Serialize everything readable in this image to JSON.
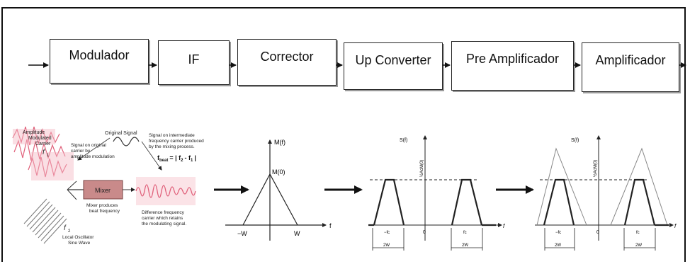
{
  "chain": [
    "Modulador",
    "IF",
    "Corrector",
    "Up Converter",
    "Pre Amplificador",
    "Amplificador"
  ],
  "mixer": {
    "amplitude_carrier": [
      "Amplitude",
      "Modulated",
      "Carrier"
    ],
    "f1": "f",
    "f1_sub": "1",
    "original_signal": "Original Signal",
    "signal_on_original": [
      "Signal on original",
      "carrier by",
      "amplitude modulation"
    ],
    "signal_on_if": [
      "Signal on intermediate",
      "frequency carrier produced",
      "by the mixing process."
    ],
    "fbeat": "f",
    "fbeat_sub": "beat",
    "fbeat_eq": "= | f",
    "fbeat_eq2": "-  f",
    "fbeat_end": "|",
    "sub2": "2",
    "sub1": "1",
    "mixer_label": "Mixer",
    "mixer_produces": [
      "Mixer produces",
      "beat frequency"
    ],
    "difference": [
      "Difference frequency",
      "carrier which retains",
      "the modulating signal."
    ],
    "f2": "f",
    "f2_sub": "2",
    "local_osc": [
      "Local Oscillator",
      "Sine Wave"
    ]
  },
  "spectrum1": {
    "ylabel": "M(f)",
    "peak": "M(0)",
    "xlabel": "f",
    "left": "−W",
    "right": "W"
  },
  "spectrum2": {
    "ylabel": "S(f)",
    "amp": "½AᴄM(0)",
    "neg_fc": "−fᴄ",
    "zero": "0",
    "fc": "fᴄ",
    "f": "f",
    "bw1": "2W",
    "bw2": "2W"
  },
  "spectrum3": {
    "ylabel": "S(f)",
    "amp": "½AᴄM(0)",
    "neg_fc": "−fᴄ",
    "zero": "0",
    "fc": "fᴄ",
    "f": "f",
    "bw1": "2W",
    "bw2": "2W"
  }
}
